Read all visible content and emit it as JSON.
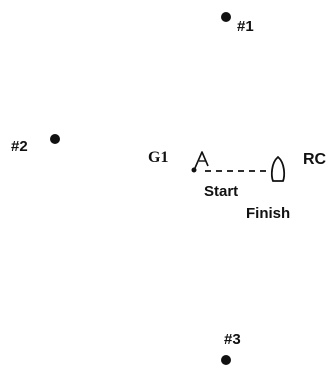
{
  "marks": [
    {
      "label": "#1"
    },
    {
      "label": "#2"
    },
    {
      "label": "#3"
    }
  ],
  "start_line": {
    "pin_label": "G1",
    "committee_label": "RC",
    "start_label": "Start",
    "finish_label": "Finish"
  },
  "colors": {
    "ink": "#111111",
    "background": "#ffffff"
  }
}
